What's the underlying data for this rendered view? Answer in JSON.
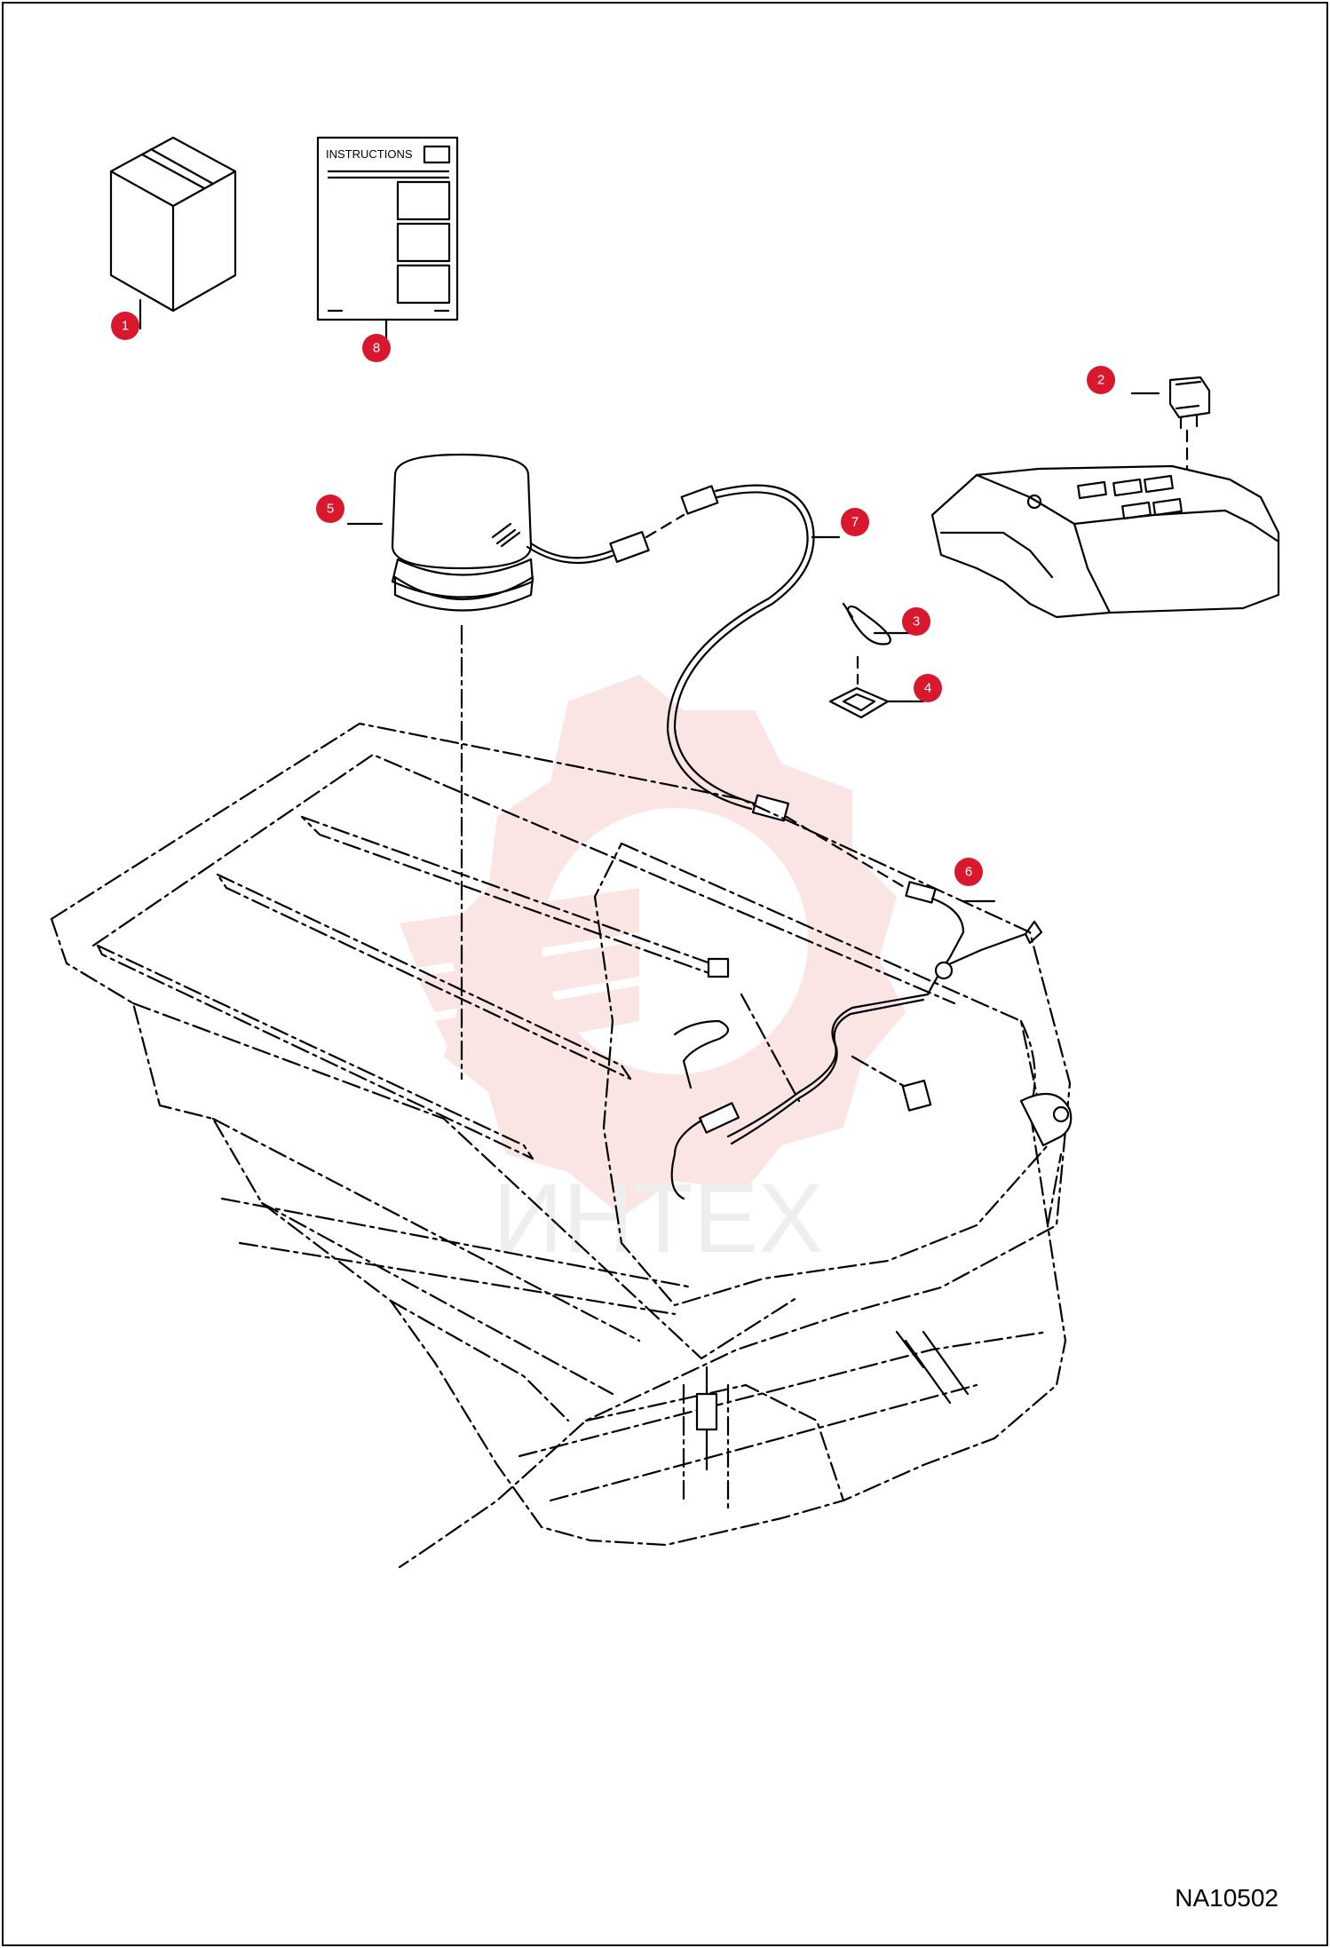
{
  "figure_id": "NA10502",
  "instructions_label": "INSTRUCTIONS",
  "watermark": "ИНТЕХ",
  "callouts": [
    {
      "num": "1",
      "part": "box"
    },
    {
      "num": "2",
      "part": "switch"
    },
    {
      "num": "3",
      "part": "cable-tie"
    },
    {
      "num": "4",
      "part": "tie-mount"
    },
    {
      "num": "5",
      "part": "beacon-light"
    },
    {
      "num": "6",
      "part": "harness"
    },
    {
      "num": "7",
      "part": "extension-cable"
    },
    {
      "num": "8",
      "part": "instructions"
    }
  ],
  "colors": {
    "callout": "#d9182d",
    "watermark": "#f4b3b3",
    "lines": "#000000"
  }
}
